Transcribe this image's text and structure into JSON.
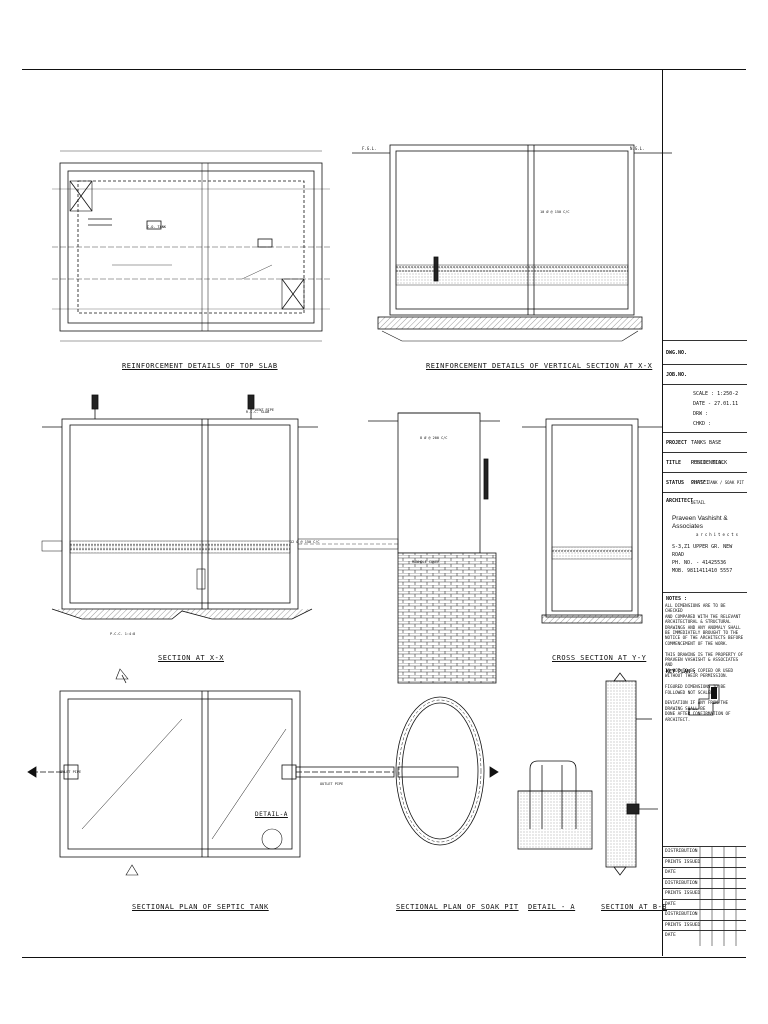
{
  "captions": {
    "top_slab": "REINFORCEMENT DETAILS OF TOP SLAB",
    "vertical_section": "REINFORCEMENT DETAILS OF VERTICAL SECTION AT X-X",
    "section_xx": "SECTION AT X-X",
    "cross_section": "CROSS SECTION AT Y-Y",
    "sectional_plan_tank": "SECTIONAL PLAN OF SEPTIC TANK",
    "sectional_plan_pit": "SECTIONAL PLAN OF SOAK PIT",
    "detail_a": "DETAIL - A",
    "section_bb": "SECTION AT B-B",
    "detail_a_callout": "DETAIL-A"
  },
  "title_block": {
    "dwg_no_label": "DWG.NO.",
    "job_no_label": "JOB.NO.",
    "scale": "SCALE : 1:250-2",
    "date": "DATE - 27.01.11",
    "drawn": "DRW :",
    "chkd": "CHKD :",
    "project_label": "PROJECT",
    "project_value": "TANKS BASE RESIDENTIAL",
    "title_label": "TITLE",
    "title_value": "PUBLIC BLOCK PHASE1",
    "status_label": "STATUS",
    "status_value": "SEPTIC TANK / SOAK PIT DETAIL",
    "architect_label": "ARCHITECT",
    "firm_name": "Praveen Vashisht & Associates",
    "firm_sub": "architects",
    "address": "S-3,Z1 UPPER GR. NEW ROAD",
    "ph": "PH. NO. - 41425536",
    "mob": "MOB. 9811411410 5557",
    "notes_label": "NOTES :",
    "notes": [
      "ALL DIMENSIONS ARE TO BE CHECKED",
      "AND COMPARED WITH THE RELEVANT",
      "ARCHITECTURAL & STRUCTURAL",
      "DRAWINGS AND ANY ANOMALY SHALL",
      "BE IMMEDIATELY BROUGHT TO THE",
      "NOTICE OF THE ARCHITECTS BEFORE",
      "COMMENCEMENT OF THE WORK.",
      "",
      "THIS DRAWING IS THE PROPERTY OF",
      "PRAVEEN VASHISHT & ASSOCIATES AND",
      "IS NOT TO BE COPIED OR USED",
      "WITHOUT THEIR PERMISSION.",
      "",
      "FIGURED DIMENSIONS TO BE FOLLOWED NOT SCALED.",
      "",
      "DEVIATION IF ANY FROM THE DRAWING SHALL BE",
      "DONE AFTER CONFIRMATION OF ARCHITECT."
    ],
    "key_plan": "KEY PLAN :",
    "distribution": [
      "DISTRIBUTION",
      "PRINTS ISSUED",
      "DATE",
      "DISTRIBUTION",
      "PRINTS ISSUED",
      "DATE",
      "DISTRIBUTION",
      "PRINTS ISSUED",
      "DATE"
    ]
  },
  "labels": {
    "fgl": "F.G.L.",
    "ngl": "N.G.L.",
    "bar_10": "10 Ø @ 150 C/C",
    "bar_12": "12 Ø @ 150 C/C",
    "bar_8": "8 Ø @ 200 C/C",
    "rcc": "R.C.C. SLAB",
    "pcc": "P.C.C. 1:4:8",
    "cover": "MANHOLE COVER",
    "inlet": "INLET PIPE",
    "vent": "VENT PIPE",
    "outlet": "OUTLET PIPE"
  },
  "colors": {
    "ink": "#111111",
    "hatch": "#555555",
    "fill_dark": "#222222"
  }
}
